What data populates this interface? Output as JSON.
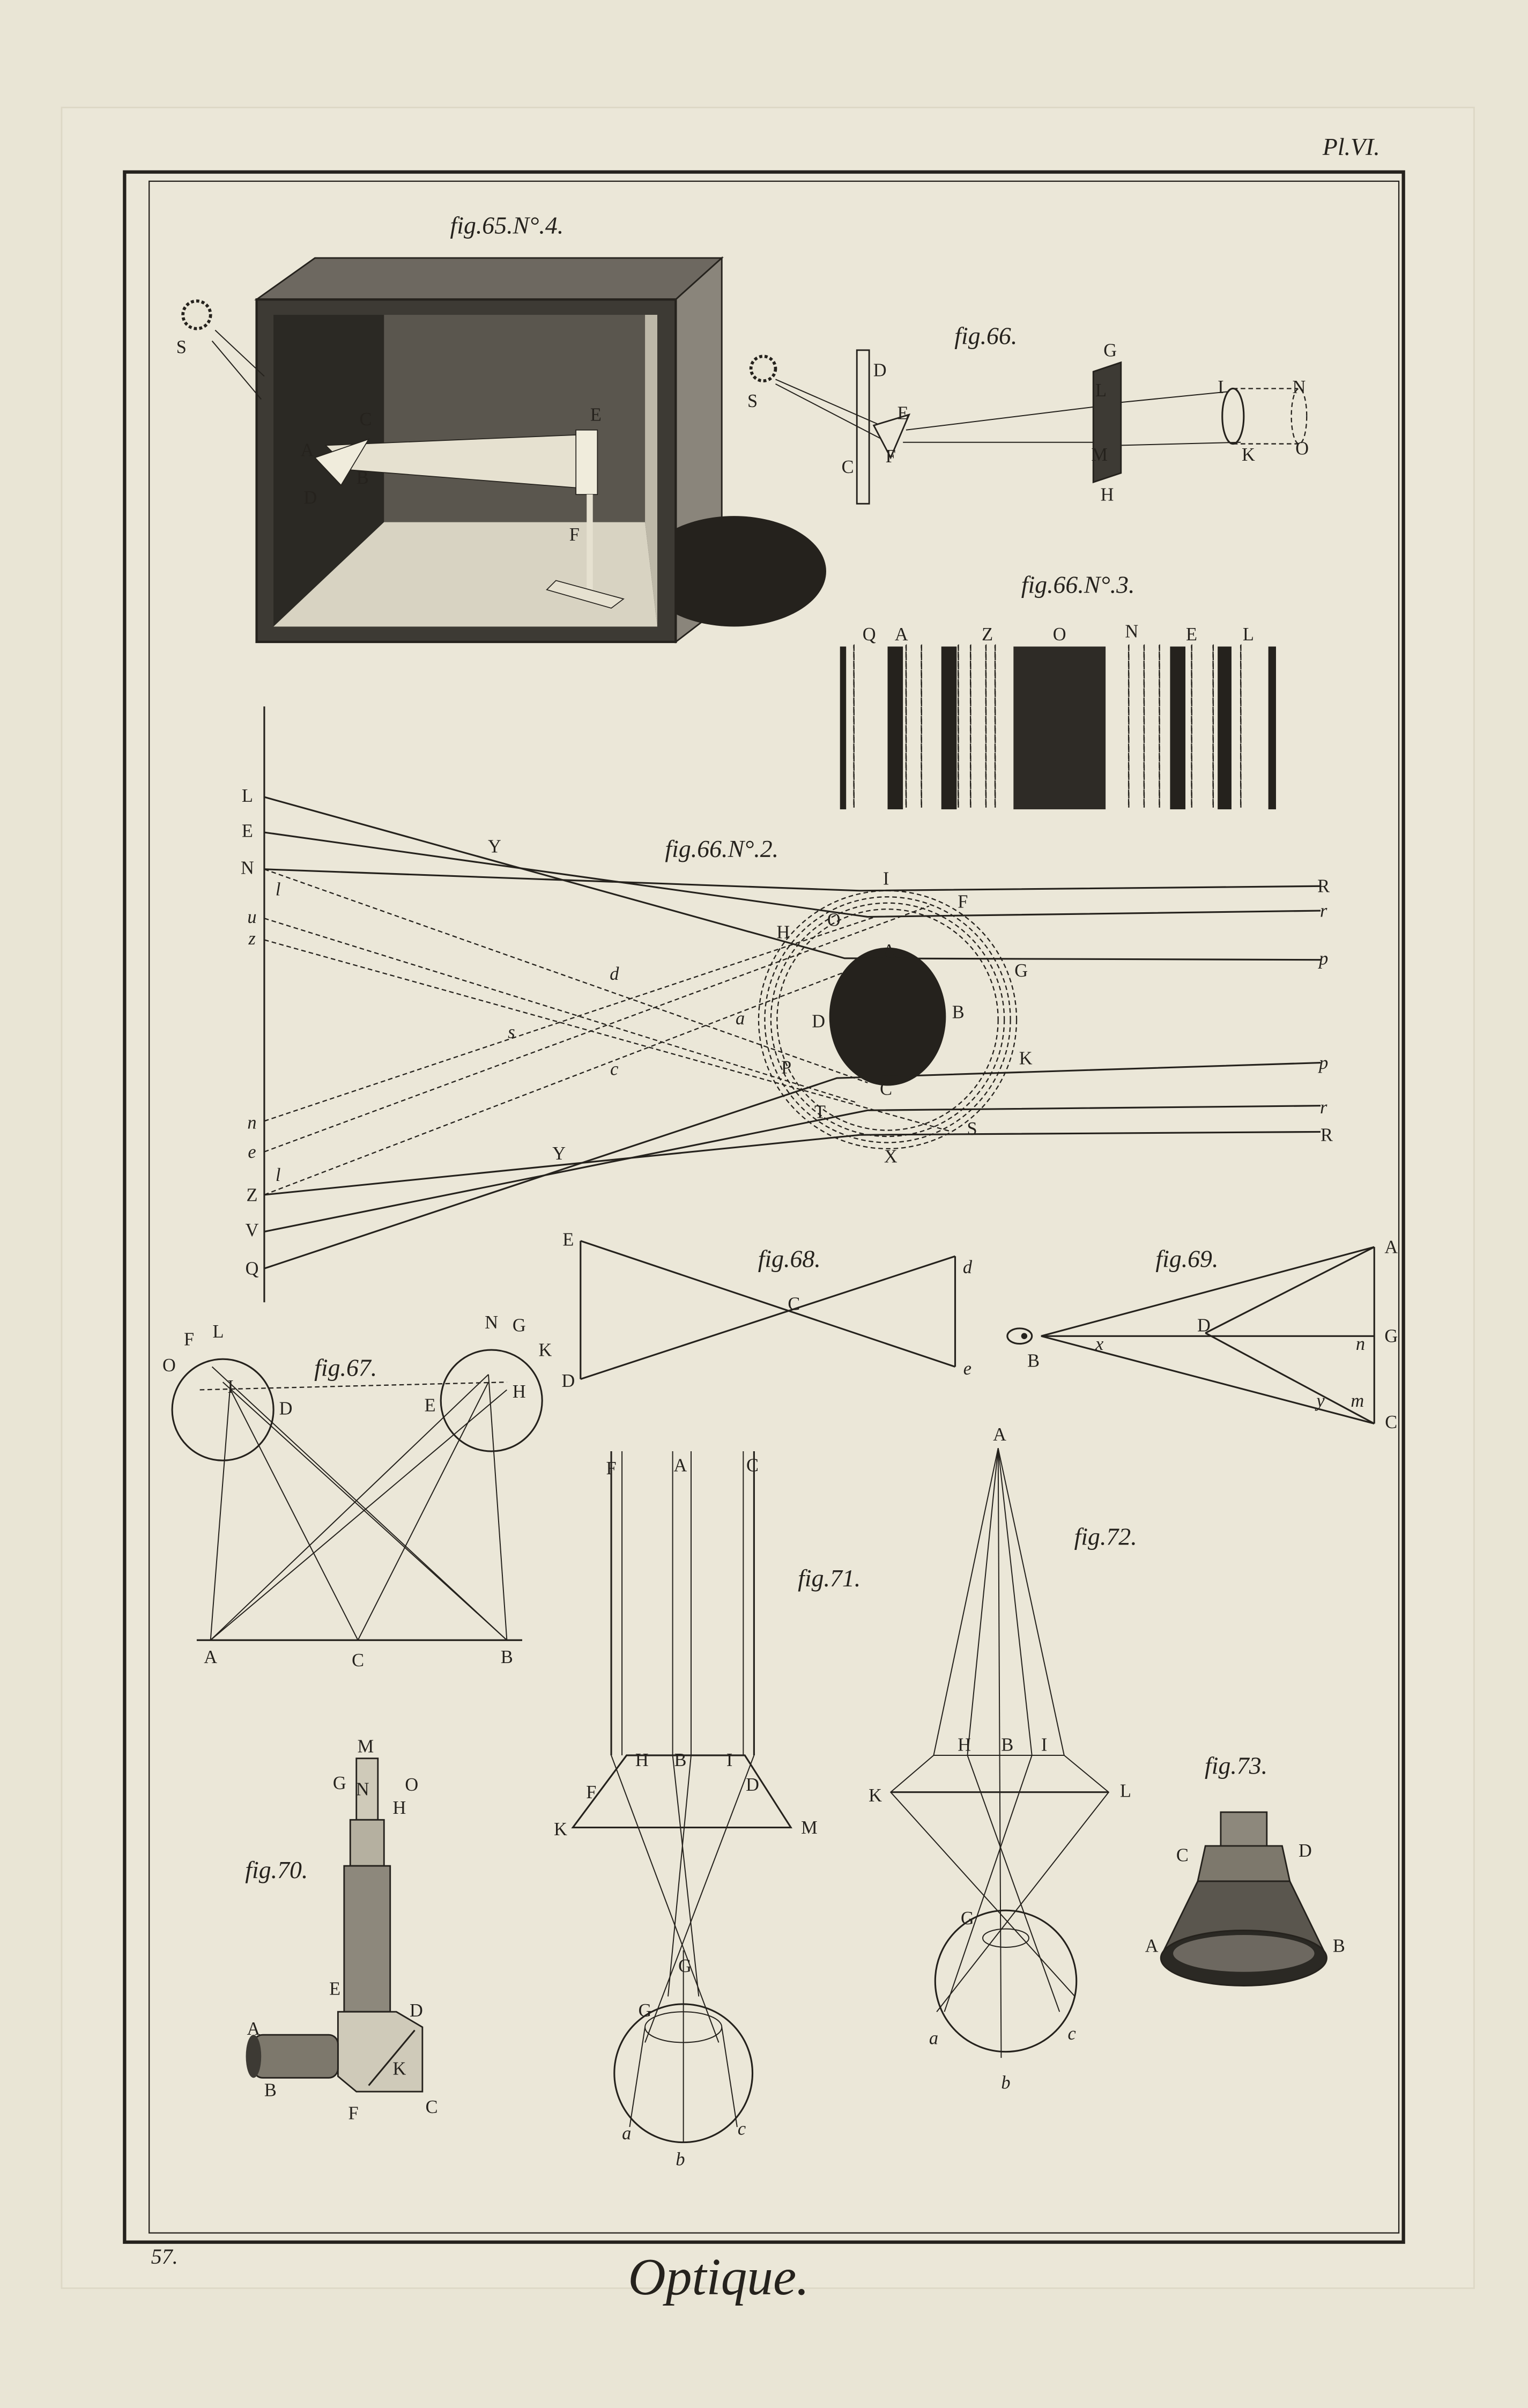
{
  "plate": {
    "number": "Pl.VI.",
    "page": "57.",
    "title": "Optique."
  },
  "figures": {
    "fig65": {
      "caption": "fig.65.N°.4.",
      "labels": [
        "S",
        "C",
        "A",
        "B",
        "D",
        "E",
        "F"
      ]
    },
    "fig66": {
      "caption": "fig.66.",
      "labels": [
        "S",
        "D",
        "C",
        "E",
        "F",
        "G",
        "L",
        "M",
        "H",
        "I",
        "K",
        "N",
        "O"
      ]
    },
    "fig66_3": {
      "caption": "fig.66.N°.3.",
      "labels": [
        "Q",
        "A",
        "Z",
        "O",
        "N",
        "E",
        "L"
      ]
    },
    "fig66_2": {
      "caption": "fig.66.N°.2.",
      "labels": [
        "L",
        "E",
        "N",
        "l",
        "u",
        "z",
        "n",
        "e",
        "l",
        "Z",
        "V",
        "Q",
        "Y",
        "Y",
        "I",
        "F",
        "O",
        "H",
        "A",
        "G",
        "D",
        "a",
        "B",
        "d",
        "s",
        "c",
        "K",
        "P",
        "C",
        "T",
        "S",
        "X",
        "R",
        "r",
        "p",
        "p",
        "r",
        "R"
      ]
    },
    "fig68": {
      "caption": "fig.68.",
      "labels": [
        "E",
        "D",
        "C",
        "d",
        "e"
      ]
    },
    "fig69": {
      "caption": "fig.69.",
      "labels": [
        "A",
        "G",
        "C",
        "D",
        "B",
        "x",
        "n",
        "m",
        "y"
      ]
    },
    "fig67": {
      "caption": "fig.67.",
      "labels": [
        "O",
        "F",
        "L",
        "I",
        "D",
        "E",
        "N",
        "G",
        "K",
        "H",
        "A",
        "C",
        "B"
      ]
    },
    "fig71": {
      "caption": "fig.71.",
      "labels": [
        "F",
        "A",
        "C",
        "H",
        "B",
        "I",
        "D",
        "F",
        "K",
        "M",
        "G",
        "G",
        "a",
        "b",
        "c"
      ]
    },
    "fig72": {
      "caption": "fig.72.",
      "labels": [
        "A",
        "H",
        "B",
        "I",
        "K",
        "L",
        "G",
        "a",
        "b",
        "c"
      ]
    },
    "fig70": {
      "caption": "fig.70.",
      "labels": [
        "M",
        "G",
        "N",
        "O",
        "H",
        "E",
        "D",
        "A",
        "B",
        "K",
        "F",
        "C"
      ]
    },
    "fig73": {
      "caption": "fig.73.",
      "labels": [
        "C",
        "D",
        "A",
        "B"
      ]
    }
  },
  "colors": {
    "paper": "#e9e5d5",
    "ink": "#25221d"
  }
}
